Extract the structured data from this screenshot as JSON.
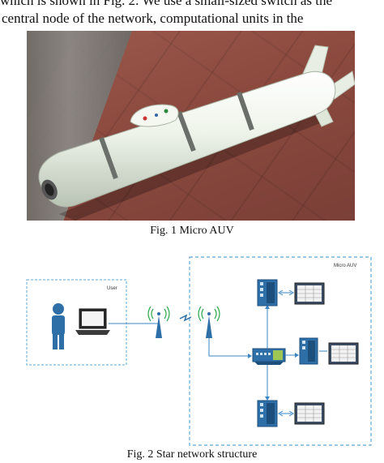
{
  "body_text": {
    "line1": "which is shown in Fig. 2. We use a small-sized switch as the",
    "line2": "central node of the network, computational units in the"
  },
  "figure1": {
    "caption": "Fig. 1 Micro AUV"
  },
  "figure2": {
    "caption": "Fig. 2 Star network structure",
    "user_label": "User",
    "micro_auv_label": "Micro AUV"
  },
  "colors": {
    "dashed_border": "#5aa8d8",
    "device": "#2e6fa8",
    "connector": "#3a86c4",
    "auv_body": "#eef3ea",
    "floor": "#8c4a3f"
  }
}
